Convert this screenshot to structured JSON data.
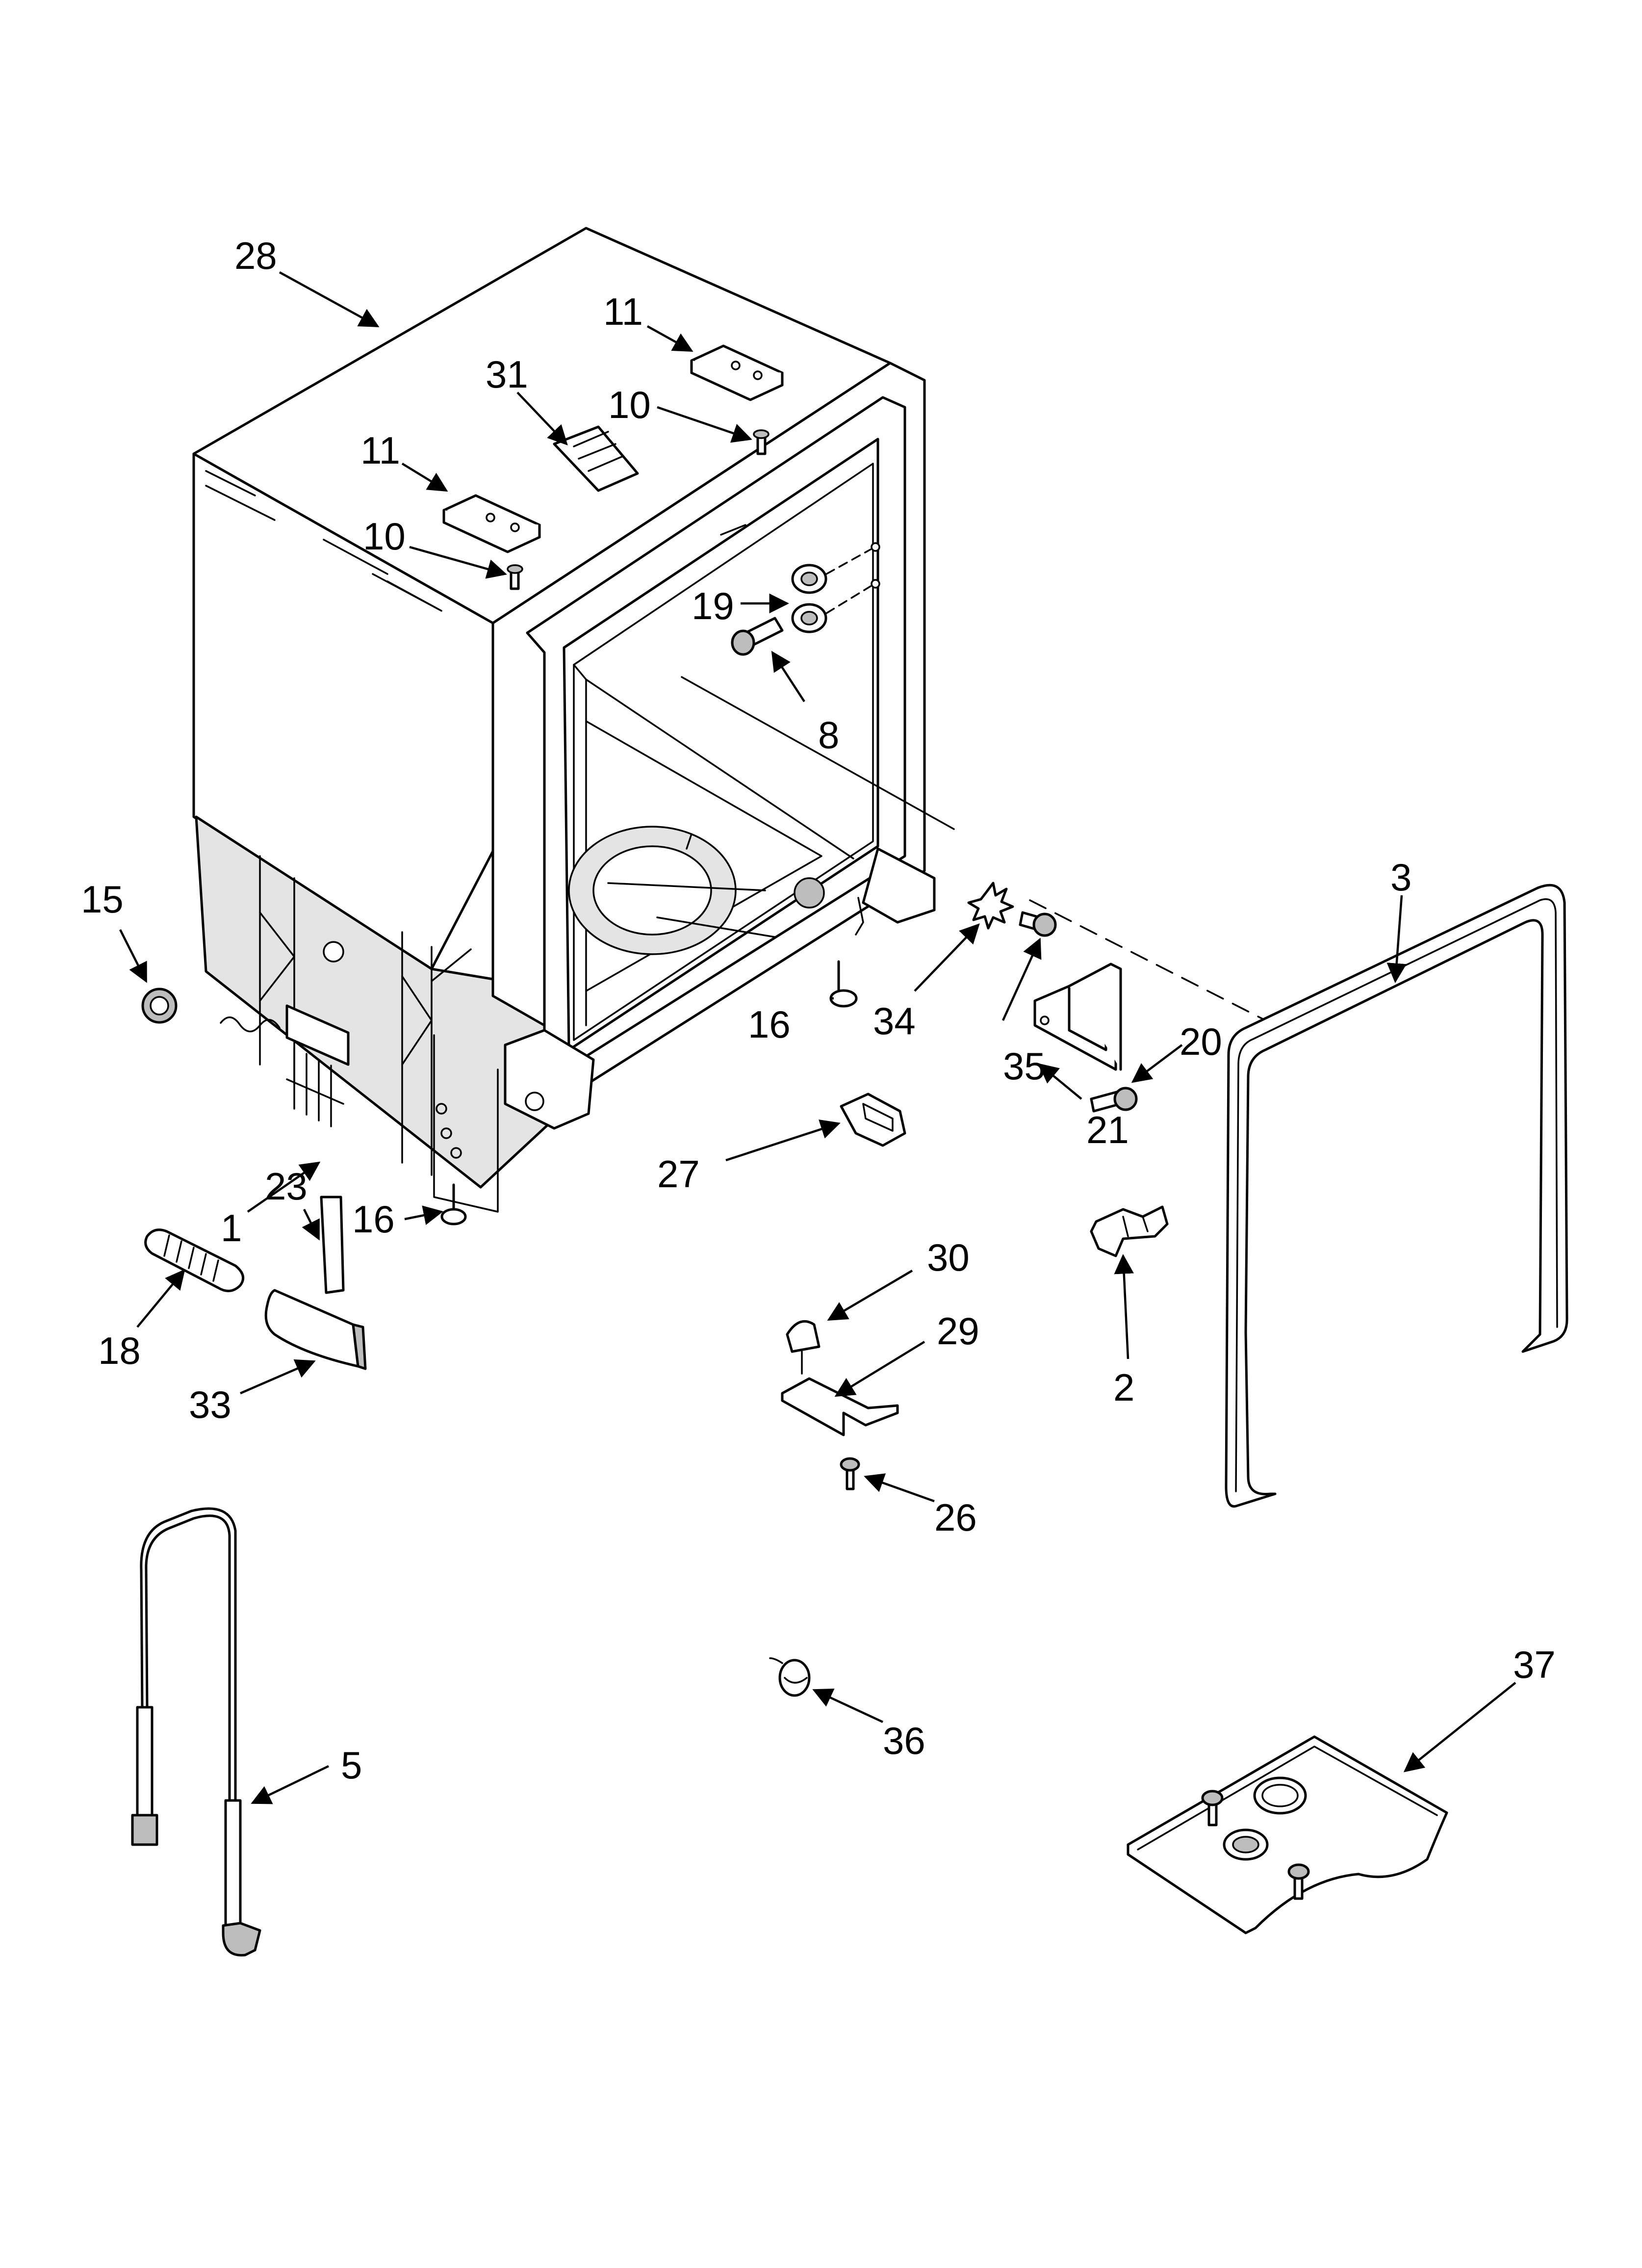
{
  "diagram": {
    "callouts": [
      {
        "id": "c28",
        "text": "28"
      },
      {
        "id": "c11a",
        "text": "11"
      },
      {
        "id": "c31",
        "text": "31"
      },
      {
        "id": "c10a",
        "text": "10"
      },
      {
        "id": "c11b",
        "text": "11"
      },
      {
        "id": "c10b",
        "text": "10"
      },
      {
        "id": "c19",
        "text": "19"
      },
      {
        "id": "c8",
        "text": "8"
      },
      {
        "id": "c3",
        "text": "3"
      },
      {
        "id": "c15",
        "text": "15"
      },
      {
        "id": "c34",
        "text": "34"
      },
      {
        "id": "c16a",
        "text": "16"
      },
      {
        "id": "c35",
        "text": "35"
      },
      {
        "id": "c20",
        "text": "20"
      },
      {
        "id": "c21",
        "text": "21"
      },
      {
        "id": "c27",
        "text": "27"
      },
      {
        "id": "c1",
        "text": "1"
      },
      {
        "id": "c23",
        "text": "23"
      },
      {
        "id": "c16b",
        "text": "16"
      },
      {
        "id": "c30",
        "text": "30"
      },
      {
        "id": "c29",
        "text": "29"
      },
      {
        "id": "c2",
        "text": "2"
      },
      {
        "id": "c18",
        "text": "18"
      },
      {
        "id": "c33",
        "text": "33"
      },
      {
        "id": "c26",
        "text": "26"
      },
      {
        "id": "c37",
        "text": "37"
      },
      {
        "id": "c36",
        "text": "36"
      },
      {
        "id": "c5",
        "text": "5"
      }
    ]
  }
}
